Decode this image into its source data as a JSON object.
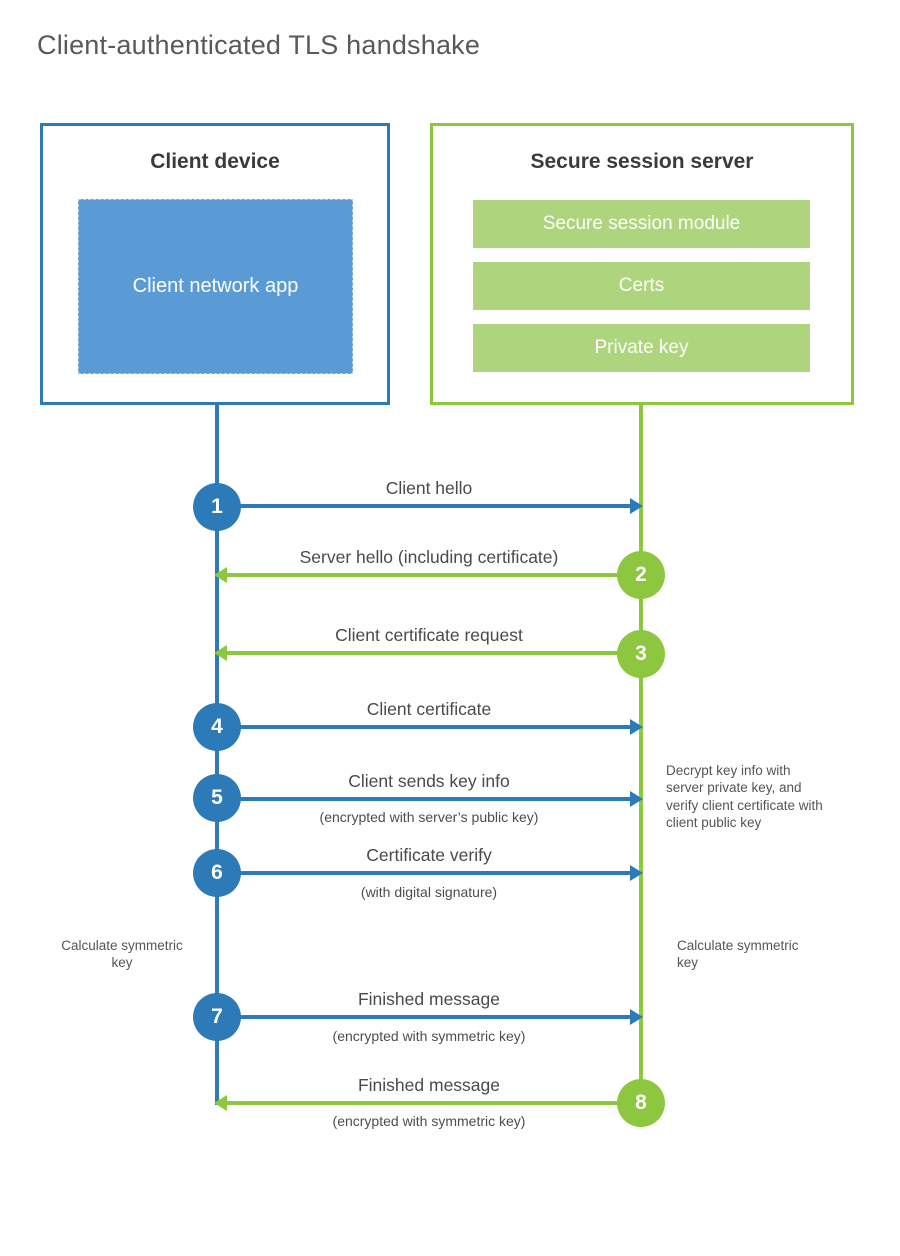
{
  "title": "Client-authenticated TLS handshake",
  "colors": {
    "blue": "#2c7bb8",
    "blue_fill": "#5b9bd5",
    "green": "#8dc63f",
    "green_fill": "#aed57e",
    "heading_text": "#3b3b3b",
    "label_text": "#4a4a4a",
    "title_text": "#595959"
  },
  "client_box": {
    "title": "Client device",
    "app_label": "Client network app"
  },
  "server_box": {
    "title": "Secure session server",
    "modules": [
      "Secure session module",
      "Certs",
      "Private key"
    ]
  },
  "messages": [
    {
      "num": "1",
      "label": "Client hello",
      "sub": "",
      "direction": "right",
      "color": "blue"
    },
    {
      "num": "2",
      "label": "Server hello (including certificate)",
      "sub": "",
      "direction": "left",
      "color": "green"
    },
    {
      "num": "3",
      "label": "Client certificate request",
      "sub": "",
      "direction": "left",
      "color": "green"
    },
    {
      "num": "4",
      "label": "Client certificate",
      "sub": "",
      "direction": "right",
      "color": "blue"
    },
    {
      "num": "5",
      "label": "Client sends key info",
      "sub": "(encrypted with server’s public key)",
      "direction": "right",
      "color": "blue"
    },
    {
      "num": "6",
      "label": "Certificate verify",
      "sub": "(with digital signature)",
      "direction": "right",
      "color": "blue"
    },
    {
      "num": "7",
      "label": "Finished message",
      "sub": "(encrypted with symmetric key)",
      "direction": "right",
      "color": "blue"
    },
    {
      "num": "8",
      "label": "Finished message",
      "sub": "(encrypted with symmetric key)",
      "direction": "left",
      "color": "green"
    }
  ],
  "notes": {
    "decrypt": "Decrypt key info with server private key, and verify client certificate with client public key",
    "calc_left": "Calculate symmetric key",
    "calc_right": "Calculate symmetric key"
  }
}
